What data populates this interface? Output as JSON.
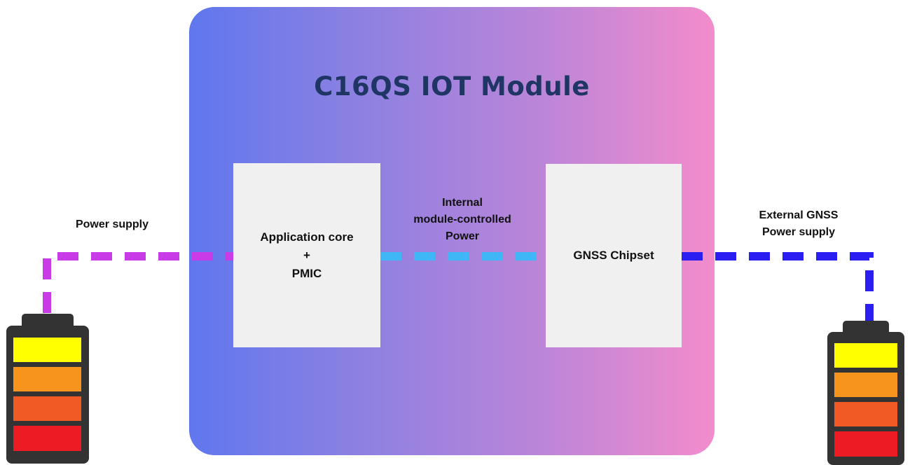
{
  "module": {
    "title": "C16QS IOT Module"
  },
  "blocks": {
    "app_core": "Application core\n+\nPMIC",
    "gnss": "GNSS Chipset"
  },
  "connections": {
    "power_supply": "Power supply",
    "internal": "Internal\nmodule-controlled\nPower",
    "external": "External GNSS\nPower supply"
  },
  "colors": {
    "power_supply_line": "#c93be6",
    "internal_line": "#3fb7f7",
    "external_line": "#2a1ff0",
    "battery_yellow": "#ffff00",
    "battery_orange": "#f7941d",
    "battery_dark_orange": "#f15a24",
    "battery_red": "#ed1c24",
    "battery_case": "#333333"
  }
}
